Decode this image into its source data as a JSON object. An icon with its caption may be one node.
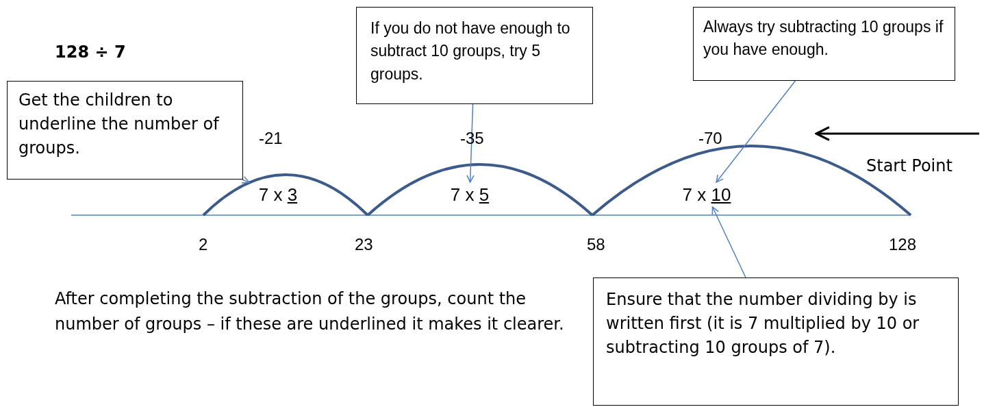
{
  "diagram": {
    "nodes": [
      {
        "text": [
          "Get the children to underline the number of groups."
        ]
      },
      {
        "text": [
          "If you do not have enough to subtract 10 groups, try 5 groups."
        ]
      },
      {
        "text": [
          "Always try subtracting 10 groups if you have enough."
        ]
      },
      {
        "text": [
          "Ensure that the number dividing by is written first (it is 7 multiplied by 10 or subtracting 10 groups of 7)."
        ]
      },
      {
        "text": [
          "7 x 3"
        ]
      },
      {
        "text": [
          "7 x 5"
        ]
      },
      {
        "text": [
          "7 x 10"
        ]
      }
    ],
    "edges": [
      {
        "from": 0,
        "to": 4,
        "arrow": "to"
      },
      {
        "from": 1,
        "to": 5,
        "arrow": "to"
      },
      {
        "from": 2,
        "to": 6,
        "arrow": "to"
      },
      {
        "from": 3,
        "to": 6,
        "arrow": "to"
      }
    ],
    "labels": [
      "128 ÷ 7",
      "-21",
      "-35",
      "-70",
      "Start Point",
      "2",
      "23",
      "58",
      "128",
      "After completing the subtraction of the groups, count the number of groups – if these are underlined it makes it clearer."
    ]
  }
}
